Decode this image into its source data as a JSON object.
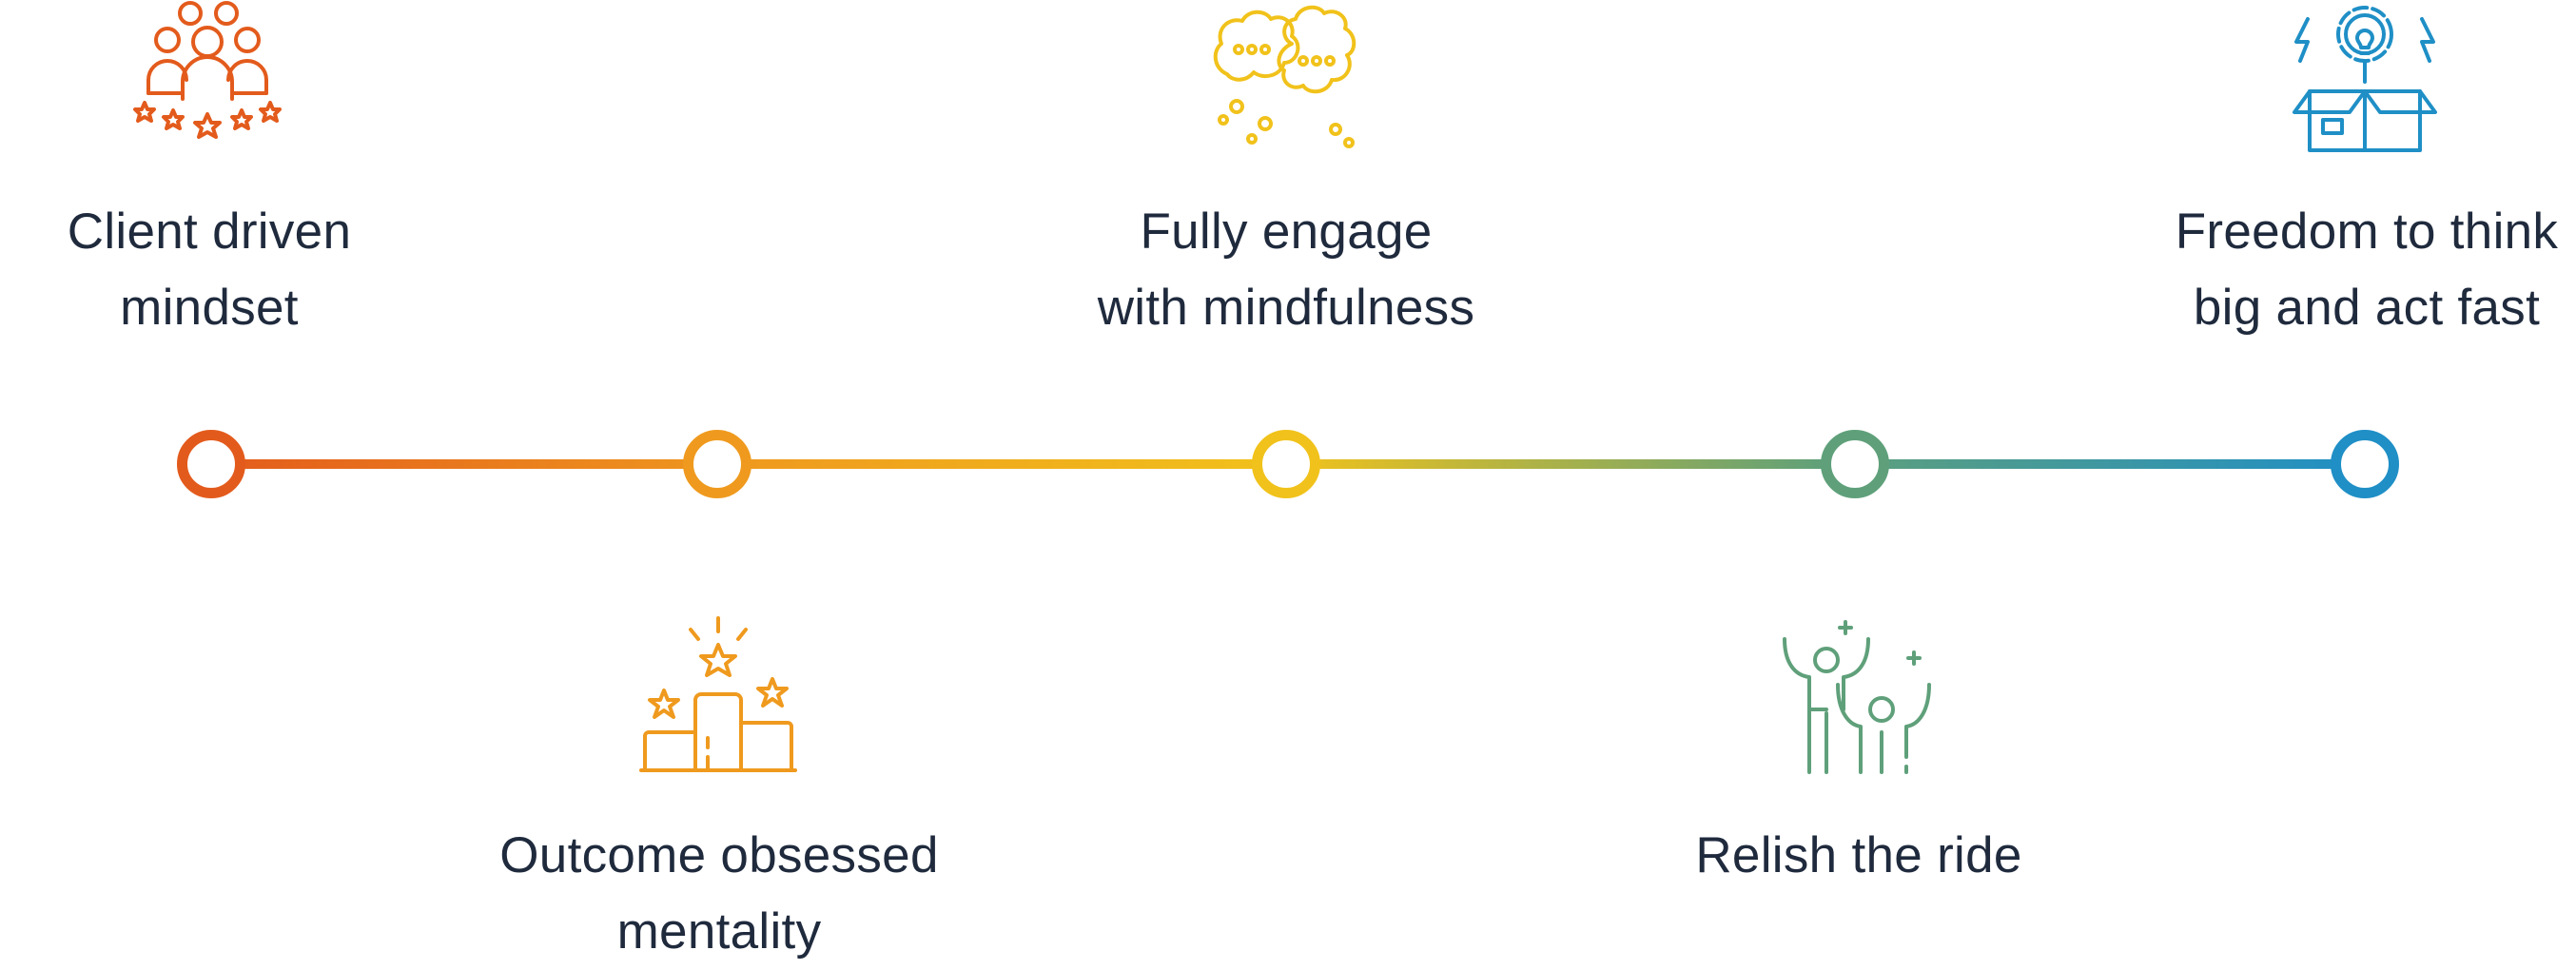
{
  "colors": {
    "orange_red": "#e35b1c",
    "orange": "#ef9a1e",
    "yellow": "#f1c21b",
    "green": "#5fa07a",
    "blue": "#1f8fc6",
    "text": "#1f2a3d"
  },
  "steps": [
    {
      "line1": "Client driven",
      "line2": "mindset",
      "icon": "team-stars-icon"
    },
    {
      "line1": "Outcome obsessed",
      "line2": "mentality",
      "icon": "podium-stars-icon"
    },
    {
      "line1": "Fully engage",
      "line2": "with mindfulness",
      "icon": "thought-bubbles-icon"
    },
    {
      "line1": "Relish the ride",
      "line2": "",
      "icon": "celebrating-people-icon"
    },
    {
      "line1": "Freedom to think",
      "line2": "big and act fast",
      "icon": "idea-box-icon"
    }
  ]
}
